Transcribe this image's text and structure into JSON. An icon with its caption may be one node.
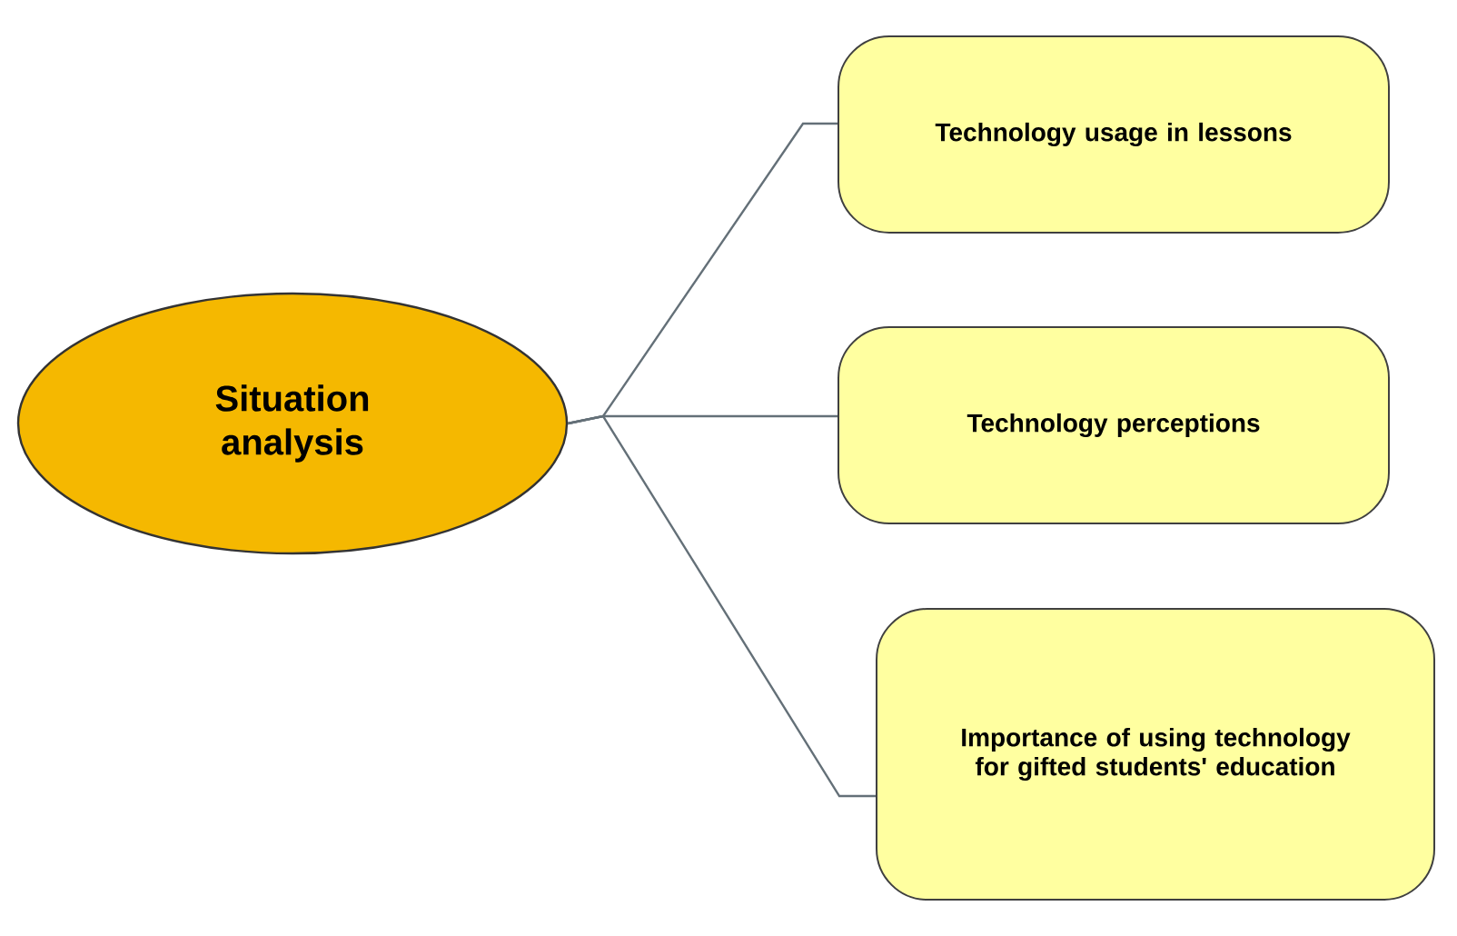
{
  "diagram": {
    "nodes": [
      {
        "text": [
          "Situation analysis"
        ]
      },
      {
        "text": [
          "Technology usage in lessons"
        ]
      },
      {
        "text": [
          "Technology perceptions"
        ]
      },
      {
        "text": [
          "Importance of using technology for gifted students' education"
        ]
      }
    ],
    "edges": [
      {
        "from": 0,
        "to": 1,
        "arrow": "none"
      },
      {
        "from": 0,
        "to": 2,
        "arrow": "none"
      },
      {
        "from": 0,
        "to": 3,
        "arrow": "none"
      }
    ]
  }
}
